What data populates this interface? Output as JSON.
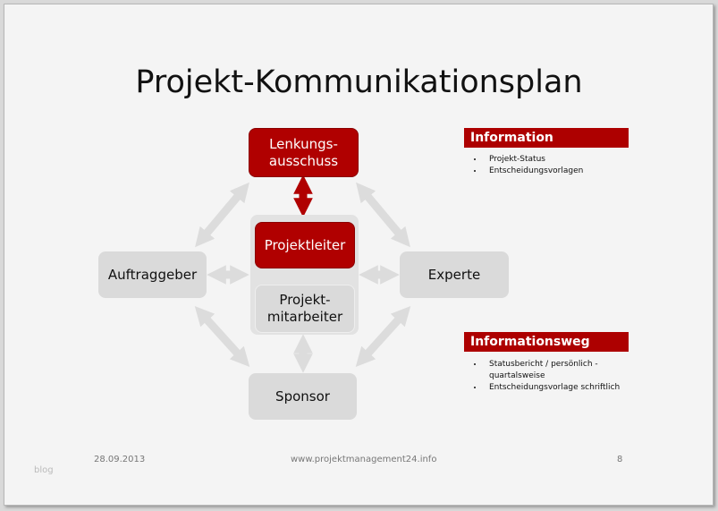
{
  "title": "Projekt-Kommunikationsplan",
  "nodes": {
    "lenkung": "Lenkungs-\nausschuss",
    "projektleiter": "Projektleiter",
    "mitarbeiter": "Projekt-\nmitarbeiter",
    "auftraggeber": "Auftraggeber",
    "experte": "Experte",
    "sponsor": "Sponsor"
  },
  "information": {
    "header": "Information",
    "items": [
      "Projekt-Status",
      "Entscheidungsvorlagen"
    ]
  },
  "informationsweg": {
    "header": "Informationsweg",
    "items": [
      "Statusbericht / persönlich - quartalsweise",
      "Entscheidungsvorlage schriftlich"
    ]
  },
  "footer": {
    "date": "28.09.2013",
    "url": "www.projektmanagement24.info",
    "page": "8",
    "blog": "blog"
  },
  "colors": {
    "accent": "#b00000",
    "node_gray": "#dadada"
  }
}
